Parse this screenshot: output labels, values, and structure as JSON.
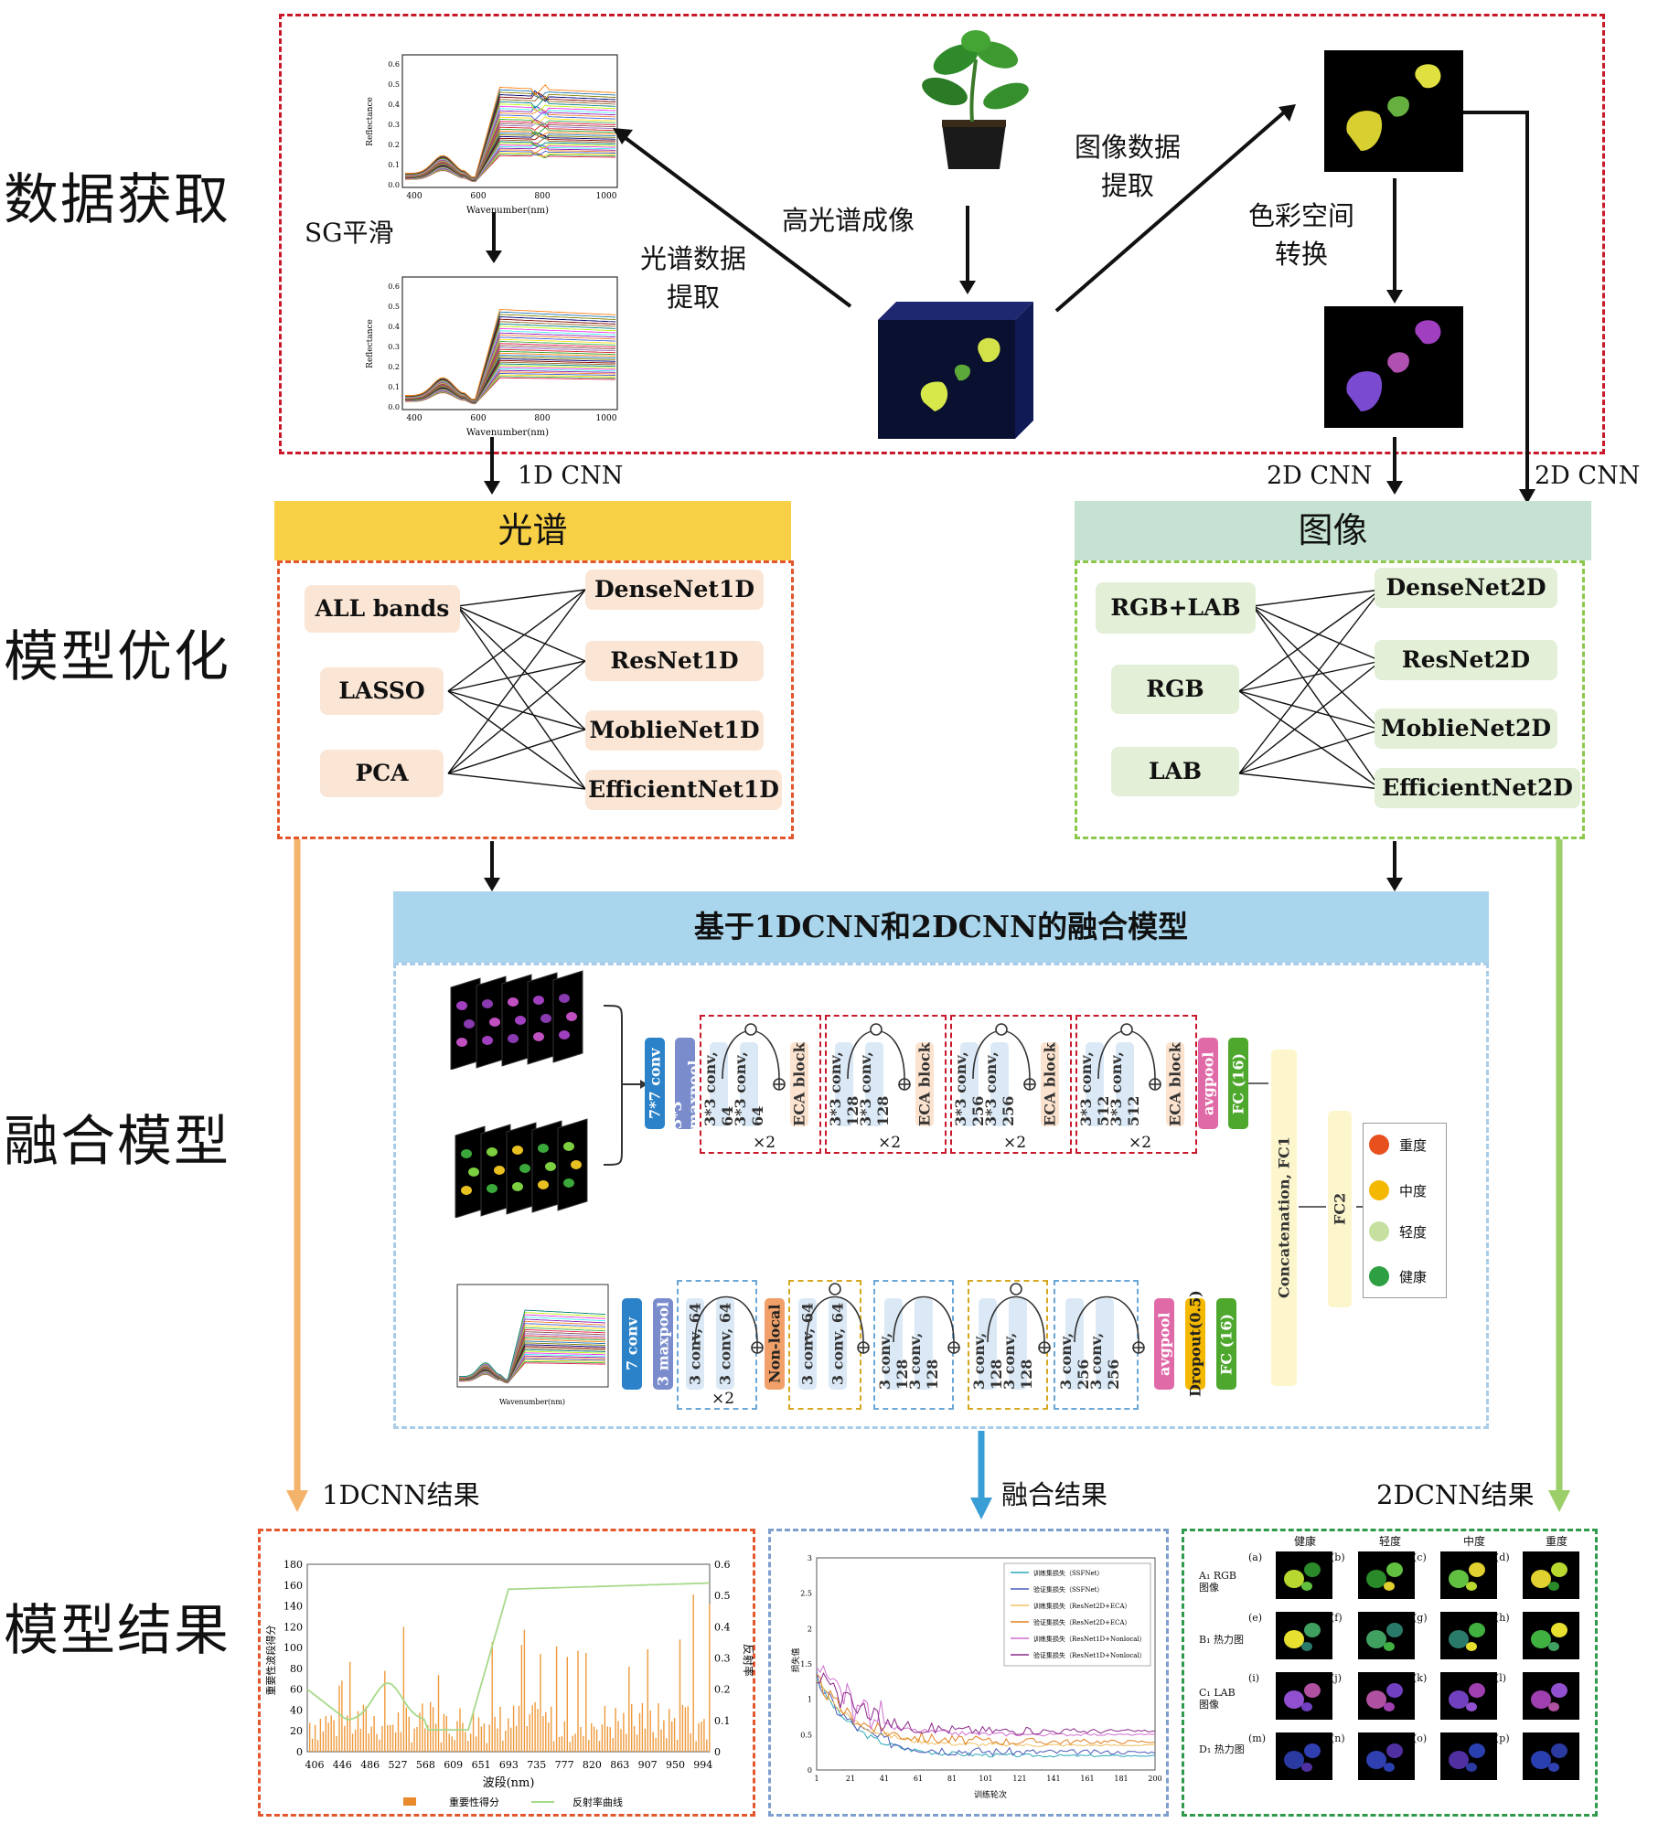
{
  "row_labels": [
    "数据获取",
    "模型优化",
    "融合模型",
    "模型结果"
  ],
  "acquisition": {
    "sg_smooth": "SG平滑",
    "hyperspectral_imaging": "高光谱成像",
    "spectral_extraction": "光谱数据\n提取",
    "image_extraction": "图像数据\n提取",
    "color_space": "色彩空间\n转换",
    "plot_xlabel": "Wavenumber(nm)",
    "plot_ylabel": "Reflectance",
    "plot_xticks": [
      "400",
      "600",
      "800",
      "1000"
    ],
    "plot_yticks": [
      "0.0",
      "0.1",
      "0.2",
      "0.3",
      "0.4",
      "0.5",
      "0.6"
    ]
  },
  "arrows": {
    "cnn1d": "1D CNN",
    "cnn2d_a": "2D CNN",
    "cnn2d_b": "2D CNN",
    "result_1d": "1DCNN结果",
    "result_fusion": "融合结果",
    "result_2d": "2DCNN结果"
  },
  "spectrum_panel": {
    "title": "光谱",
    "inputs": [
      "ALL bands",
      "LASSO",
      "PCA"
    ],
    "models": [
      "DenseNet1D",
      "ResNet1D",
      "MoblieNet1D",
      "EfficientNet1D"
    ]
  },
  "image_panel": {
    "title": "图像",
    "inputs": [
      "RGB+LAB",
      "RGB",
      "LAB"
    ],
    "models": [
      "DenseNet2D",
      "ResNet2D",
      "MoblieNet2D",
      "EfficientNet2D"
    ]
  },
  "fusion": {
    "title": "基于1DCNN和2DCNN的融合模型",
    "top_blocks": [
      "7*7 conv",
      "3*3 maxpool",
      "3*3 conv, 64",
      "3*3 conv, 64",
      "ECA block",
      "3*3 conv, 128",
      "3*3 conv, 128",
      "ECA block",
      "3*3 conv, 256",
      "3*3 conv, 256",
      "ECA block",
      "3*3 conv, 512",
      "3*3 conv, 512",
      "ECA block",
      "avgpool",
      "FC (16)"
    ],
    "bottom_blocks": [
      "7 conv",
      "3 maxpool",
      "3 conv, 64",
      "3 conv, 64",
      "Non-local",
      "3 conv, 64",
      "3 conv, 64",
      "3 conv, 128",
      "3 conv, 128",
      "3 conv, 128",
      "3 conv, 128",
      "3 conv, 256",
      "3 conv, 256",
      "avgpool",
      "Dropout(0.5)",
      "FC (16)"
    ],
    "repeat": "×2",
    "concat": "Concatenation, FC1",
    "fc2": "FC2",
    "classes": [
      "重度",
      "中度",
      "轻度",
      "健康"
    ],
    "class_colors": [
      "#e8511e",
      "#f5b800",
      "#c6e0a0",
      "#2ea043"
    ]
  },
  "results_1d": {
    "ylabel_left": "重要性波段得分",
    "ylabel_right": "反射率",
    "xlabel": "波段(nm)",
    "yticks_left": [
      "0",
      "20",
      "40",
      "60",
      "80",
      "100",
      "120",
      "140",
      "160",
      "180"
    ],
    "yticks_right": [
      "0",
      "0.1",
      "0.2",
      "0.3",
      "0.4",
      "0.5",
      "0.6"
    ],
    "xticks": [
      "406",
      "446",
      "486",
      "527",
      "568",
      "609",
      "651",
      "693",
      "735",
      "777",
      "820",
      "863",
      "907",
      "950",
      "994"
    ],
    "legend": [
      "重要性得分",
      "反射率曲线"
    ]
  },
  "results_fusion": {
    "ylabel": "损失值",
    "xlabel": "训练轮次",
    "yticks": [
      "0",
      "0.5",
      "1",
      "1.5",
      "2",
      "2.5",
      "3"
    ],
    "xticks": [
      "1",
      "21",
      "41",
      "61",
      "81",
      "101",
      "121",
      "141",
      "161",
      "181",
      "200"
    ],
    "legend": [
      "训练集损失（SSFNet）",
      "验证集损失（SSFNet）",
      "训练集损失（ResNet2D+ECA）",
      "验证集损失（ResNet2D+ECA）",
      "训练集损失（ResNet1D+Nonlocal）",
      "验证集损失（ResNet1D+Nonlocal）"
    ],
    "legend_colors": [
      "#2aa8b8",
      "#4a5ab8",
      "#f0c060",
      "#e08020",
      "#d070d0",
      "#8a2a8a"
    ]
  },
  "results_2d": {
    "col_headers": [
      "健康",
      "轻度",
      "中度",
      "重度"
    ],
    "row_labels": [
      "A₁  RGB\n     图像",
      "B₁  热力图",
      "C₁  LAB\n     图像",
      "D₁  热力图"
    ],
    "panel_letters": [
      "(a)",
      "(b)",
      "(c)",
      "(d)",
      "(e)",
      "(f)",
      "(g)",
      "(h)",
      "(i)",
      "(j)",
      "(k)",
      "(l)",
      "(m)",
      "(n)",
      "(o)",
      "(p)"
    ]
  }
}
